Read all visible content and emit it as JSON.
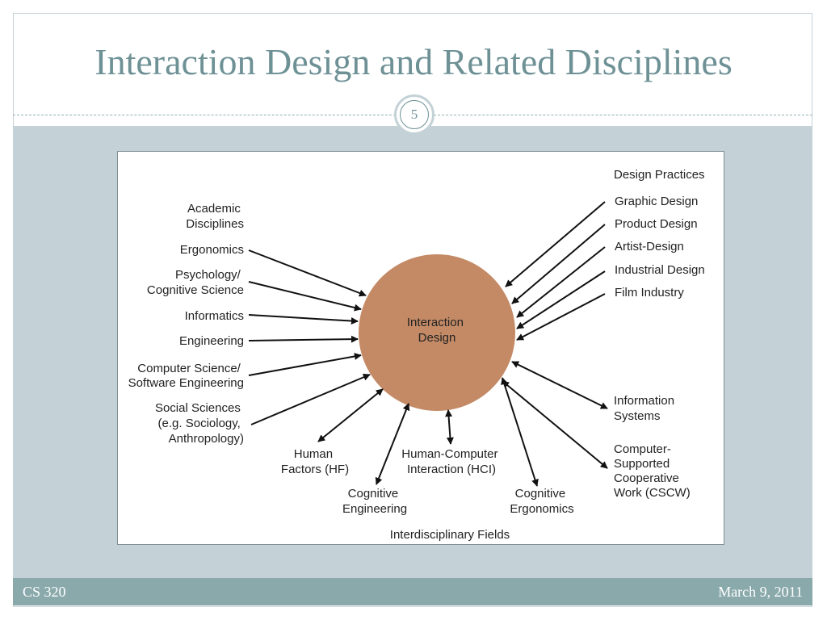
{
  "slide": {
    "title": "Interaction Design and Related Disciplines",
    "page_number": "5",
    "footer_left": "CS 320",
    "footer_right": "March 9, 2011"
  },
  "colors": {
    "title": "#6e9196",
    "band": "#c4d2d7",
    "footer": "#8aa9ab",
    "circle": "#c48a66"
  },
  "diagram": {
    "center": [
      "Interaction",
      "Design"
    ],
    "group_labels": {
      "academic": [
        "Academic",
        "Disciplines"
      ],
      "design": "Design Practices",
      "interdisciplinary": "Interdisciplinary Fields"
    },
    "academic_disciplines": {
      "ergonomics": [
        "Ergonomics"
      ],
      "psychology": [
        "Psychology/",
        "Cognitive Science"
      ],
      "informatics": [
        "Informatics"
      ],
      "engineering": [
        "Engineering"
      ],
      "computer_science": [
        "Computer Science/",
        "Software Engineering"
      ],
      "social_sciences": [
        "Social Sciences",
        "(e.g. Sociology,",
        "Anthropology)"
      ]
    },
    "design_practices": {
      "graphic_design": "Graphic Design",
      "product_design": "Product Design",
      "artist_design": "Artist-Design",
      "industrial_design": "Industrial Design",
      "film_industry": "Film Industry"
    },
    "interdisciplinary_fields": {
      "human_factors": [
        "Human",
        "Factors (HF)"
      ],
      "cognitive_engineering": [
        "Cognitive",
        "Engineering"
      ],
      "hci": [
        "Human-Computer",
        "Interaction (HCI)"
      ],
      "cognitive_ergonomics": [
        "Cognitive",
        "Ergonomics"
      ],
      "information_systems": [
        "Information",
        "Systems"
      ],
      "cscw": [
        "Computer-",
        "Supported",
        "Cooperative",
        "Work (CSCW)"
      ]
    }
  }
}
